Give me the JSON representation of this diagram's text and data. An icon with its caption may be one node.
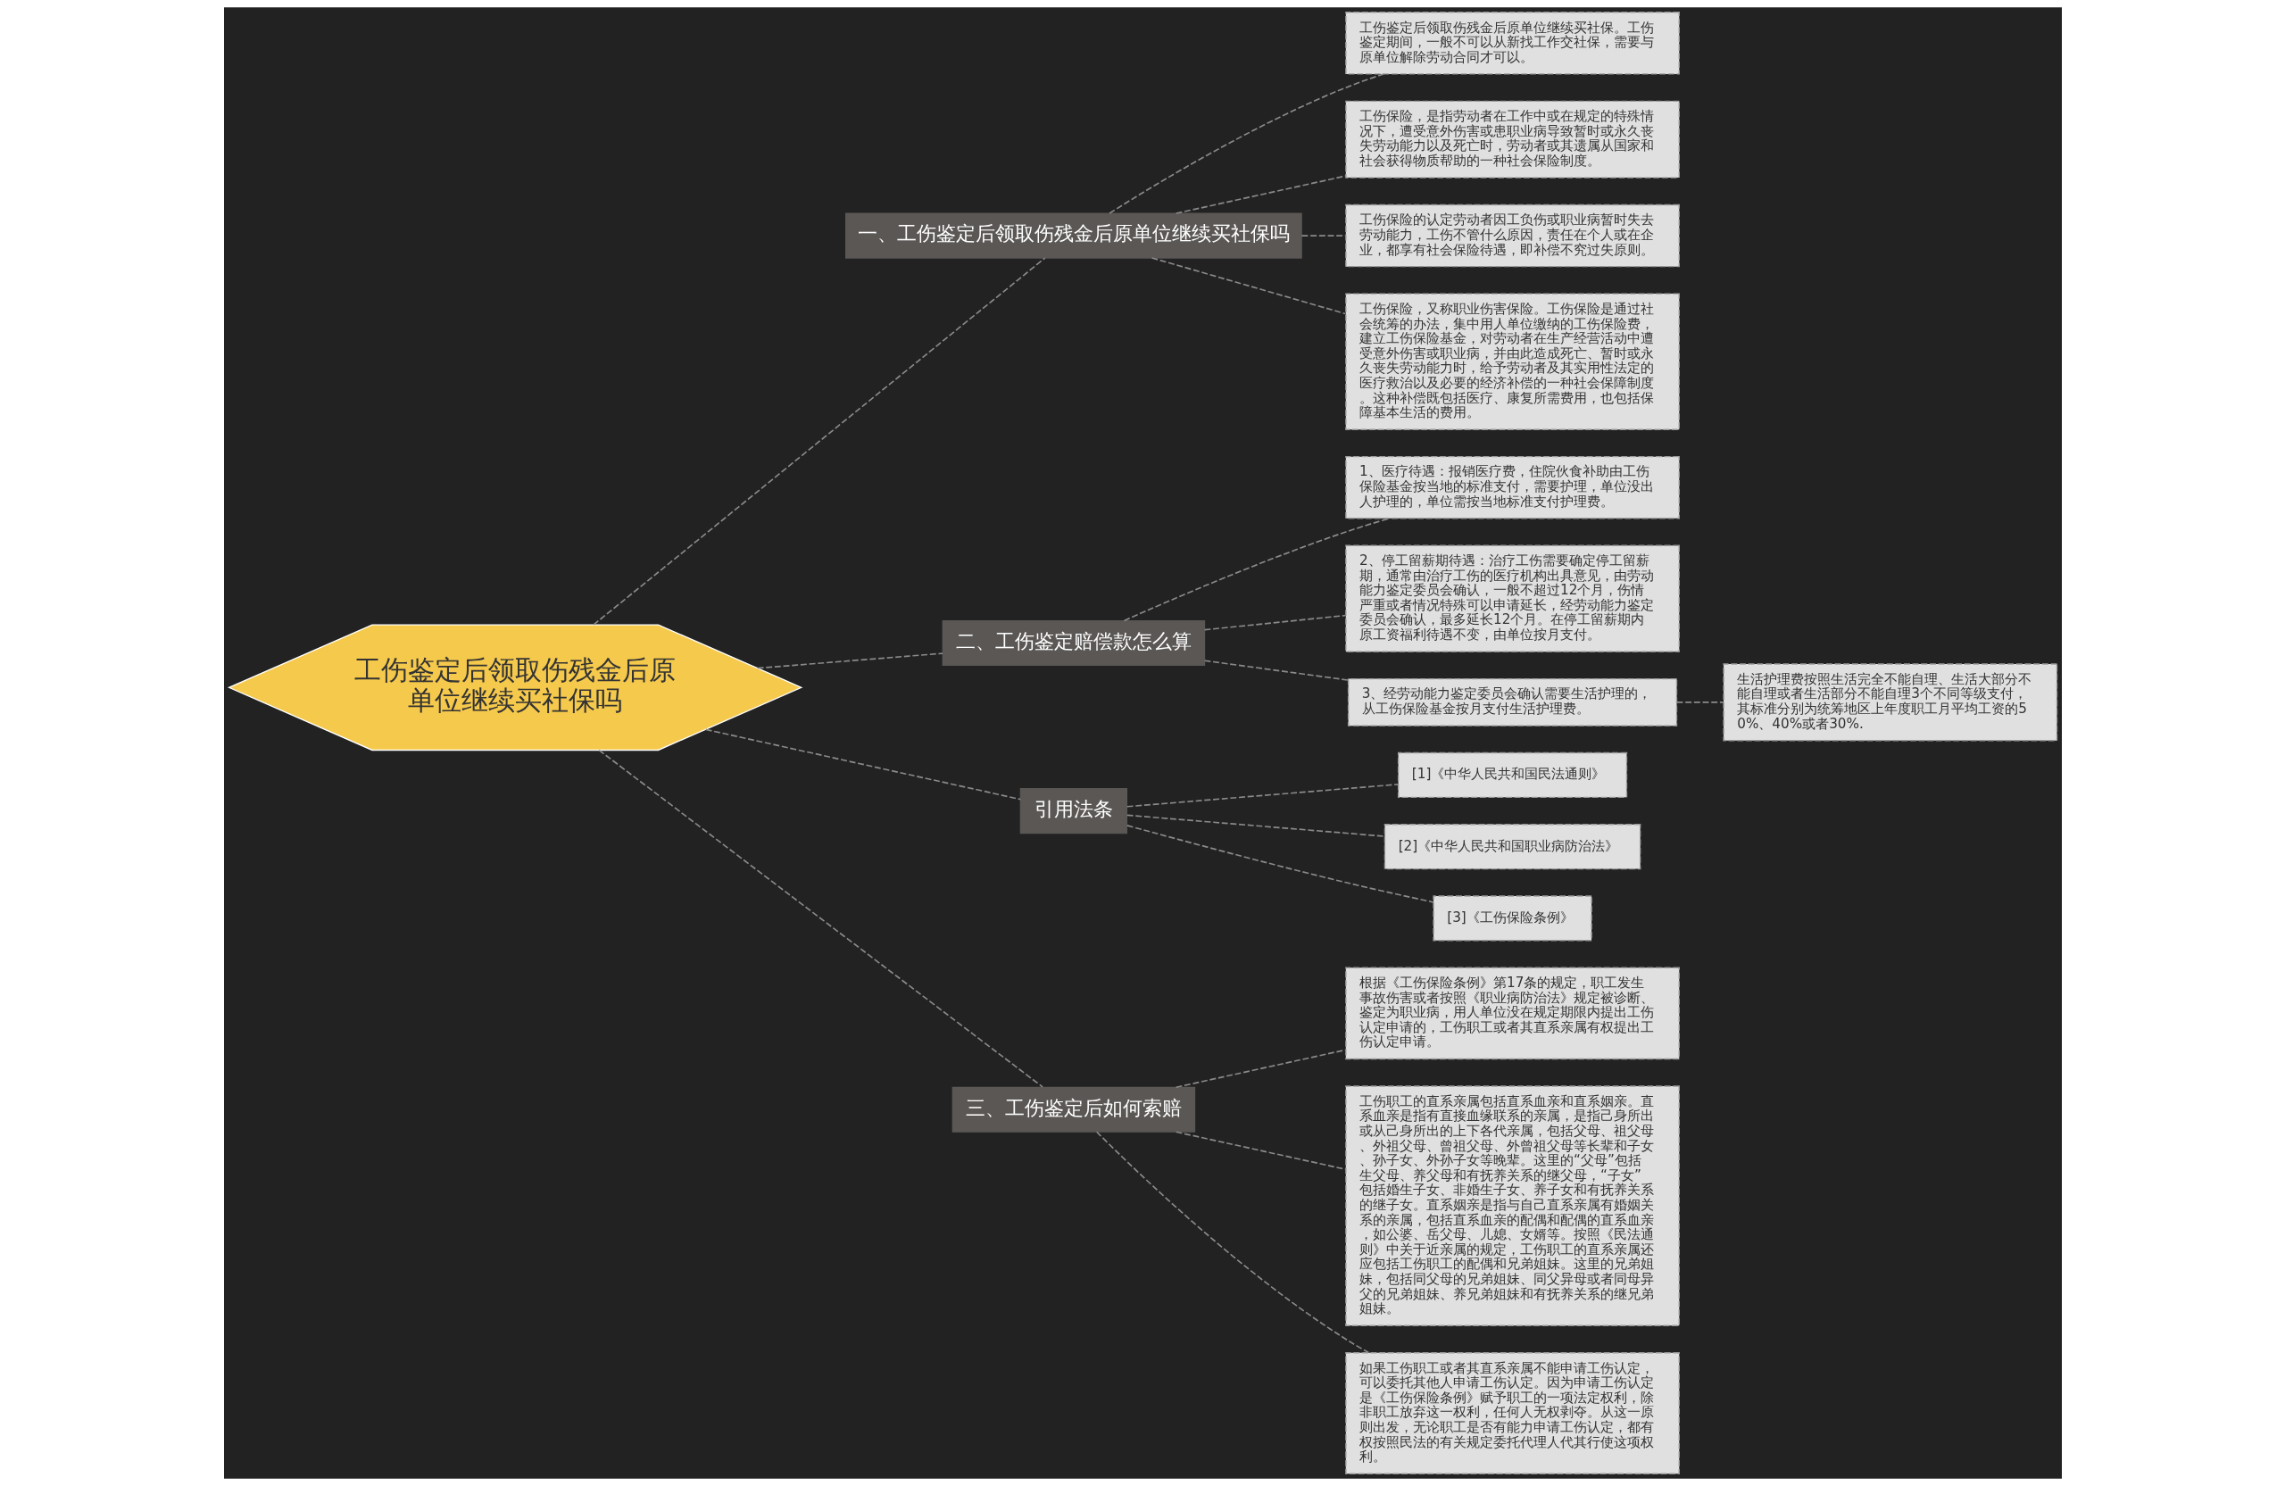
{
  "diagram": {
    "nodes": [
      {
        "text": [
          "工伤鉴定后领取伤残金后原单位继续买社保吗"
        ]
      },
      {
        "text": [
          "一、工伤鉴定后领取伤残金后原单位继续买社保吗"
        ]
      },
      {
        "text": [
          "工伤鉴定后领取伤残金后原单位继续买社保。工伤鉴定期间，一般不可以从新找工作交社保，需要与原单位解除劳动合同才可以。"
        ]
      },
      {
        "text": [
          "工伤保险，是指劳动者在工作中或在规定的特殊情况下，遭受意外伤害或患职业病导致暂时或永久丧失劳动能力以及死亡时，劳动者或其遗属从国家和社会获得物质帮助的一种社会保险制度。"
        ]
      },
      {
        "text": [
          "工伤保险的认定劳动者因工负伤或职业病暂时失去劳动能力，工伤不管什么原因，责任在个人或在企业，都享有社会保险待遇，即补偿不究过失原则。"
        ]
      },
      {
        "text": [
          "工伤保险，又称职业伤害保险。工伤保险是通过社会统筹的办法，集中用人单位缴纳的工伤保险费，建立工伤保险基金，对劳动者在生产经营活动中遭受意外伤害或职业病，并由此造成死亡、暂时或永久丧失劳动能力时，给予劳动者及其实用性法定的医疗救治以及必要的经济补偿的一种社会保障制度。这种补偿既包括医疗、康复所需费用，也包括保障基本生活的费用。"
        ]
      },
      {
        "text": [
          "二、工伤鉴定赔偿款怎么算"
        ]
      },
      {
        "text": [
          "1、医疗待遇：报销医疗费，住院伙食补助由工伤保险基金按当地的标准支付，需要护理，单位没出人护理的，单位需按当地标准支付护理费。"
        ]
      },
      {
        "text": [
          "2、停工留薪期待遇：治疗工伤需要确定停工留薪期，通常由治疗工伤的医疗机构出具意见，由劳动能力鉴定委员会确认，一般不超过12个月，伤情严重或者情况特殊可以申请延长，经劳动能力鉴定委员会确认，最多延长12个月。在停工留薪期内原工资福利待遇不变，由单位按月支付。"
        ]
      },
      {
        "text": [
          "3、经劳动能力鉴定委员会确认需要生活护理的，从工伤保险基金按月支付生活护理费。"
        ]
      },
      {
        "text": [
          "生活护理费按照生活完全不能自理、生活大部分不能自理或者生活部分不能自理3个不同等级支付，其标准分别为统筹地区上年度职工月平均工资的50%、40%或者30%."
        ]
      },
      {
        "text": [
          "引用法条"
        ]
      },
      {
        "text": [
          "[1]《中华人民共和国民法通则》"
        ]
      },
      {
        "text": [
          "[2]《中华人民共和国职业病防治法》"
        ]
      },
      {
        "text": [
          "[3]《工伤保险条例》"
        ]
      },
      {
        "text": [
          "三、工伤鉴定后如何索赔"
        ]
      },
      {
        "text": [
          "根据《工伤保险条例》第17条的规定，职工发生事故伤害或者按照《职业病防治法》规定被诊断、鉴定为职业病，用人单位没在规定期限内提出工伤认定申请的，工伤职工或者其直系亲属有权提出工伤认定申请。"
        ]
      },
      {
        "text": [
          "工伤职工的直系亲属包括直系血亲和直系姻亲。直系血亲是指有直接血缘联系的亲属，是指己身所出或从己身所出的上下各代亲属，包括父母、祖父母、外祖父母、曾祖父母、外曾祖父母等长辈和子女、孙子女、外孙子女等晚辈。这里的“父母”包括生父母、养父母和有抚养关系的继父母，“子女”包括婚生子女、非婚生子女、养子女和有抚养关系的继子女。直系姻亲是指与自己直系亲属有婚姻关系的亲属，包括直系血亲的配偶和配偶的直系血亲，如公婆、岳父母、儿媳、女婿等。按照《民法通则》中关于近亲属的规定，工伤职工的直系亲属还应包括工伤职工的配偶和兄弟姐妹。这里的兄弟姐妹，包括同父母的兄弟姐妹、同父异母或者同母异父的兄弟姐妹、养兄弟姐妹和有抚养关系的继兄弟姐妹。"
        ]
      },
      {
        "text": [
          "如果工伤职工或者其直系亲属不能申请工伤认定，可以委托其他人申请工伤认定。因为申请工伤认定是《工伤保险条例》赋予职工的一项法定权利，除非职工放弃这一权利，任何人无权剥夺。从这一原则出发，无论职工是否有能力申请工伤认定，都有权按照民法的有关规定委托代理人代其行使这项权利。"
        ]
      }
    ],
    "edges": [
      {
        "from": 0,
        "to": 1,
        "arrow": "none"
      },
      {
        "from": 1,
        "to": 2,
        "arrow": "none"
      },
      {
        "from": 1,
        "to": 3,
        "arrow": "none"
      },
      {
        "from": 1,
        "to": 4,
        "arrow": "none"
      },
      {
        "from": 1,
        "to": 5,
        "arrow": "none"
      },
      {
        "from": 0,
        "to": 6,
        "arrow": "none"
      },
      {
        "from": 6,
        "to": 7,
        "arrow": "none"
      },
      {
        "from": 6,
        "to": 8,
        "arrow": "none"
      },
      {
        "from": 6,
        "to": 9,
        "arrow": "none"
      },
      {
        "from": 9,
        "to": 10,
        "arrow": "none"
      },
      {
        "from": 0,
        "to": 11,
        "arrow": "none"
      },
      {
        "from": 11,
        "to": 12,
        "arrow": "none"
      },
      {
        "from": 11,
        "to": 13,
        "arrow": "none"
      },
      {
        "from": 11,
        "to": 14,
        "arrow": "none"
      },
      {
        "from": 0,
        "to": 15,
        "arrow": "none"
      },
      {
        "from": 15,
        "to": 16,
        "arrow": "none"
      },
      {
        "from": 15,
        "to": 17,
        "arrow": "none"
      },
      {
        "from": 15,
        "to": 18,
        "arrow": "none"
      }
    ]
  }
}
